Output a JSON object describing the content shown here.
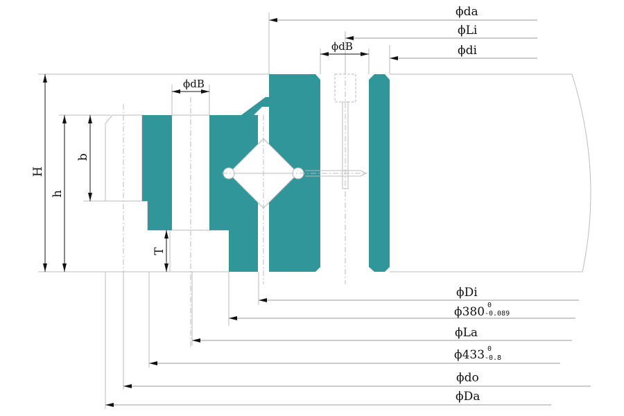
{
  "colors": {
    "section": "#31969a",
    "line": "#bbbbbb",
    "text": "#111111"
  },
  "top_dims": {
    "da": "ϕda",
    "Li": "ϕLi",
    "di": "ϕdi",
    "dB_right": "ϕdB",
    "dB_left": "ϕdB"
  },
  "side_dims": {
    "H": "H",
    "h": "h",
    "b": "b",
    "T": "T"
  },
  "bottom_dims": {
    "Di": "ϕDi",
    "d380": "ϕ380",
    "d380_tol_upper": "0",
    "d380_tol_lower": "-0.089",
    "La": "ϕLa",
    "d433": "ϕ433",
    "d433_tol_upper": "0",
    "d433_tol_lower": "-0.8",
    "do": "ϕdo",
    "Da": "ϕDa"
  }
}
